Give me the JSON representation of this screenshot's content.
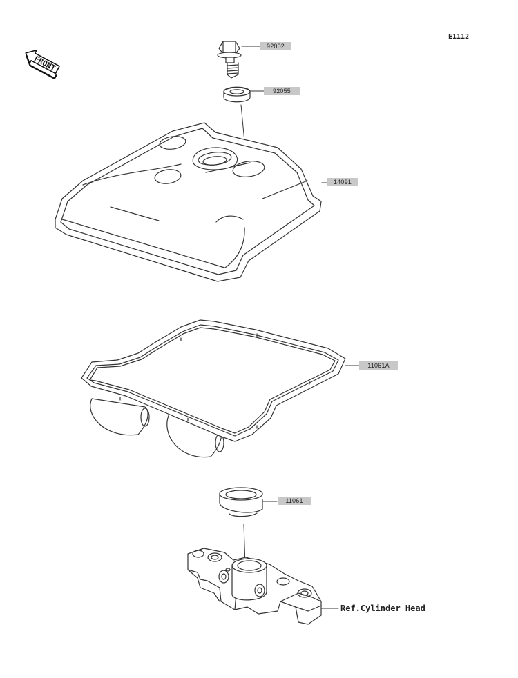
{
  "drawing_id": "E1112",
  "front_label": "FRONT",
  "parts": [
    {
      "number": "92002"
    },
    {
      "number": "92055"
    },
    {
      "number": "14091"
    },
    {
      "number": "11061A"
    },
    {
      "number": "11061"
    }
  ],
  "reference": "Ref.Cylinder Head",
  "colors": {
    "line": "#333333",
    "label_bg": "#c8c8c8"
  }
}
